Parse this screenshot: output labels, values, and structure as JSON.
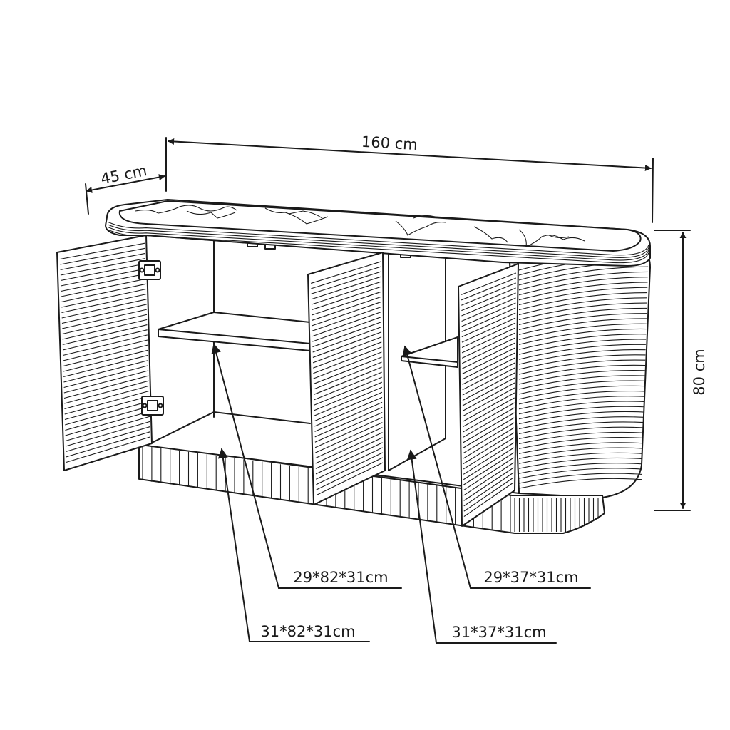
{
  "dimensions": {
    "width": "160 cm",
    "depth": "45 cm",
    "height": "80 cm"
  },
  "compartments": [
    {
      "label": "29*82*31cm"
    },
    {
      "label": "31*82*31cm"
    },
    {
      "label": "29*37*31cm"
    },
    {
      "label": "31*37*31cm"
    }
  ]
}
